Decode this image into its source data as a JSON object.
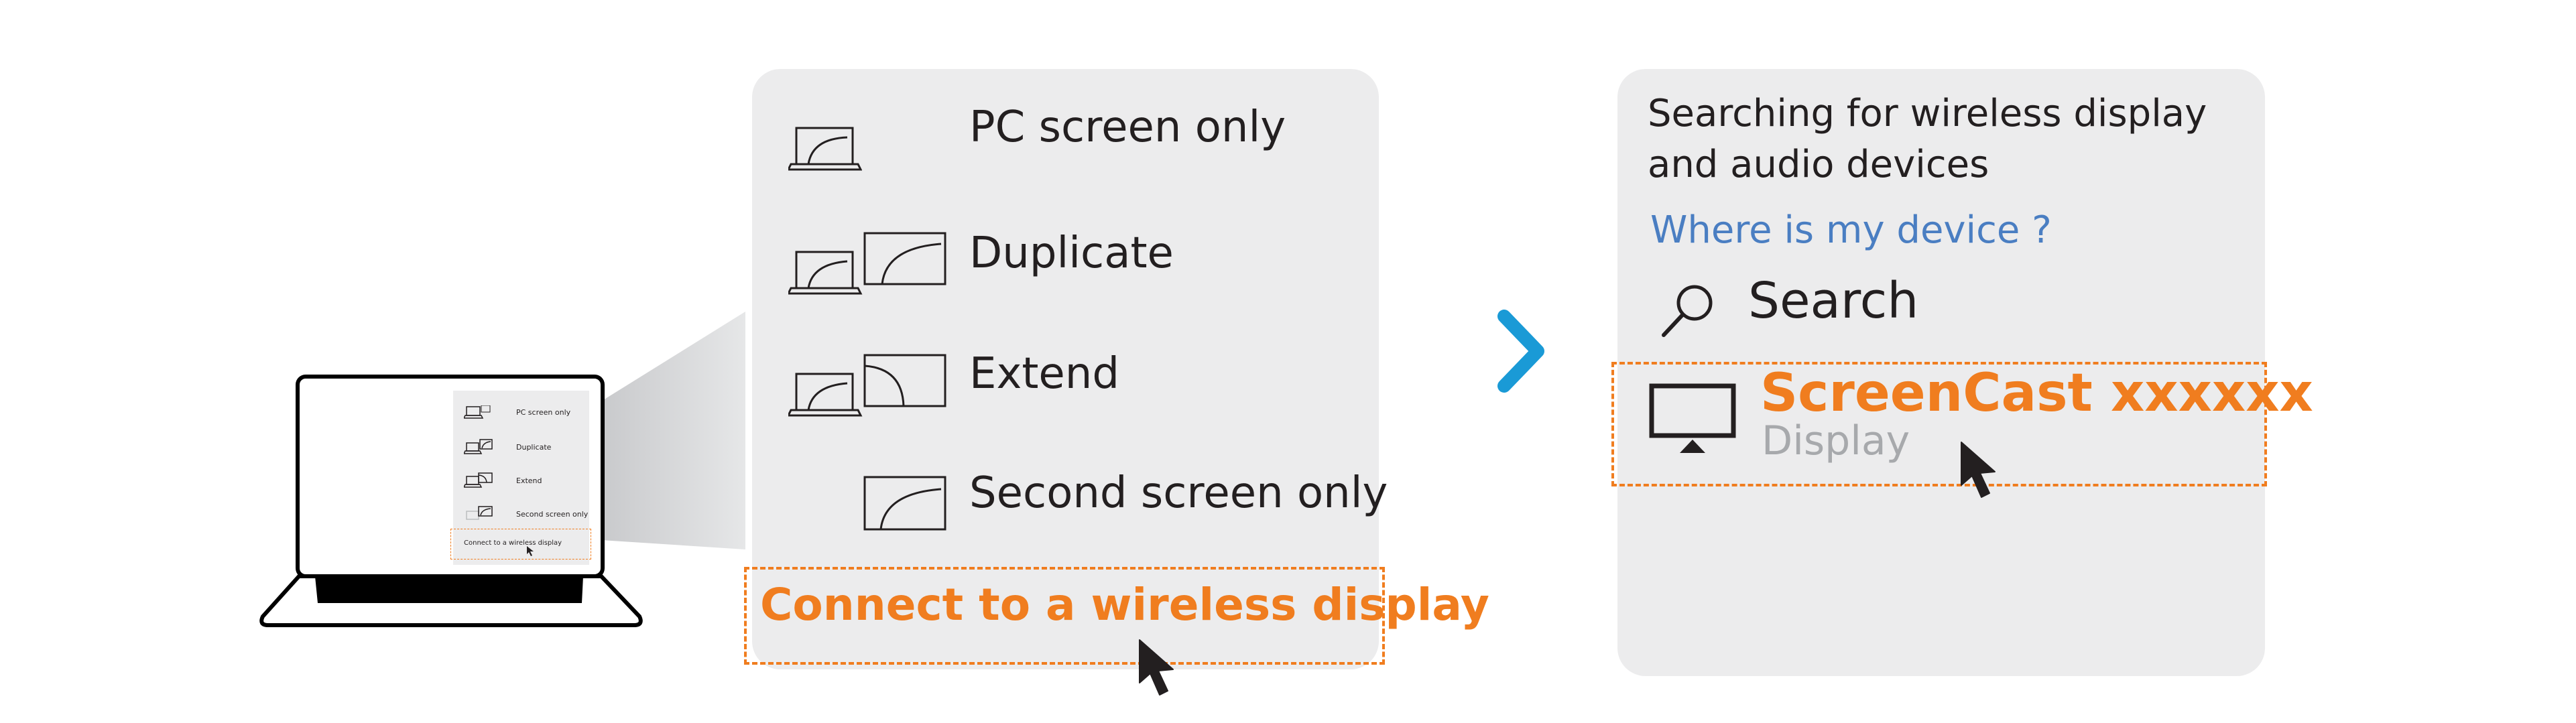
{
  "laptop": {
    "mini_menu": {
      "items": [
        {
          "label": "PC screen only",
          "icon": "pc-screen-only-icon"
        },
        {
          "label": "Duplicate",
          "icon": "duplicate-icon"
        },
        {
          "label": "Extend",
          "icon": "extend-icon"
        },
        {
          "label": "Second screen only",
          "icon": "second-screen-only-icon"
        }
      ],
      "wireless_label": "Connect to a wireless display"
    }
  },
  "project_menu": {
    "items": [
      {
        "label": "PC screen only",
        "icon": "pc-screen-only-icon"
      },
      {
        "label": "Duplicate",
        "icon": "duplicate-icon"
      },
      {
        "label": "Extend",
        "icon": "extend-icon"
      },
      {
        "label": "Second screen only",
        "icon": "second-screen-only-icon"
      }
    ],
    "wireless_label": "Connect to a wireless display"
  },
  "cast_panel": {
    "searching_text": "Searching for wireless display and audio devices",
    "where_link": "Where is my device ?",
    "search_label": "Search",
    "device": {
      "name": "ScreenCast xxxxxx",
      "type": "Display"
    }
  },
  "colors": {
    "accent_orange": "#f07d1f",
    "panel_gray": "#ececed",
    "link_blue": "#4a7ec2",
    "arrow_blue": "#1a9ad6",
    "muted_gray": "#a7a9ac",
    "ink": "#231f20"
  }
}
